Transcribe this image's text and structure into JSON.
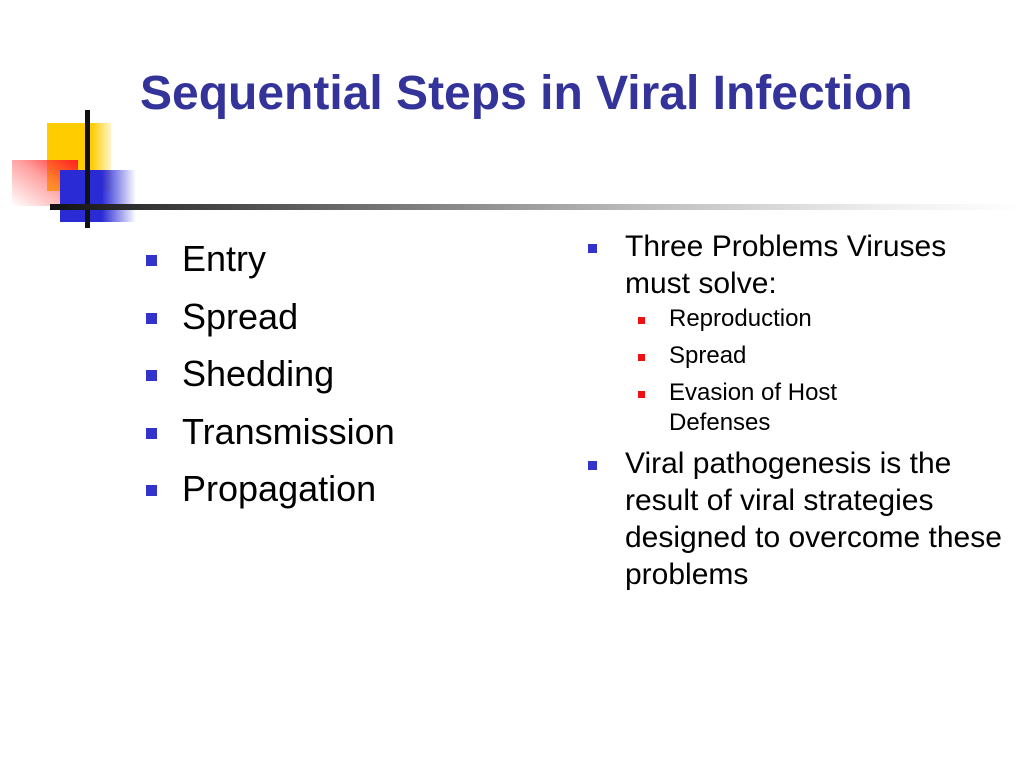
{
  "slide": {
    "title": "Sequential Steps in Viral Infection",
    "colors": {
      "title": "#333399",
      "bullet_primary": "#3333cc",
      "bullet_secondary": "#ee1111",
      "logo_yellow": "#ffcc00",
      "logo_red": "#ff2020",
      "logo_blue": "#2b2bd6"
    },
    "left_column": {
      "items": [
        {
          "label": "Entry"
        },
        {
          "label": "Spread"
        },
        {
          "label": "Shedding"
        },
        {
          "label": "Transmission"
        },
        {
          "label": "Propagation"
        }
      ]
    },
    "right_column": {
      "items": [
        {
          "label": "Three Problems Viruses must solve:",
          "sub_items": [
            {
              "label": "Reproduction"
            },
            {
              "label": "Spread"
            },
            {
              "label": "Evasion of Host Defenses"
            }
          ]
        },
        {
          "label": "Viral pathogenesis is the result of viral strategies designed to overcome these problems"
        }
      ]
    }
  }
}
